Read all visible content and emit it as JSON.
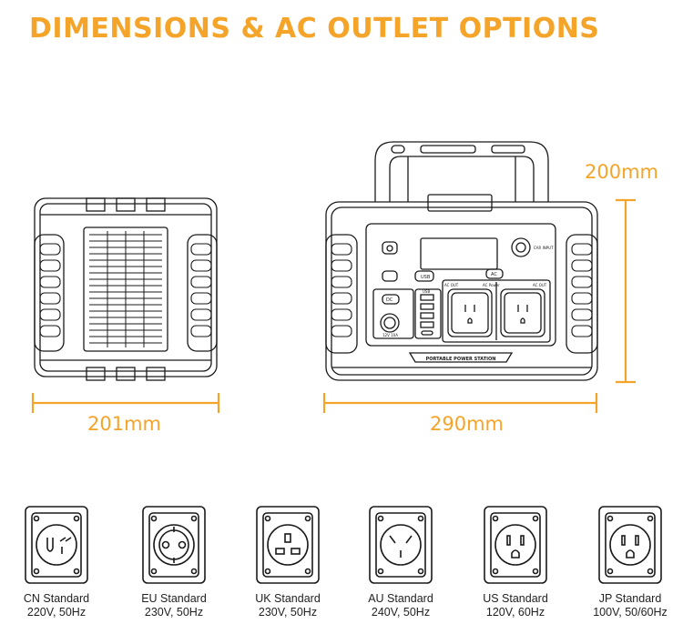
{
  "title": "DIMENSIONS & AC OUTLET OPTIONS",
  "colors": {
    "accent": "#f5a42a",
    "line": "#1a1a1a"
  },
  "dimensions": {
    "depth": "201mm",
    "width": "290mm",
    "height": "200mm"
  },
  "panel_labels": {
    "ac_out_1": "AC OUT",
    "ac_out_2": "AC OUT",
    "ac_power": "AC Power",
    "usb": "USB",
    "dc": "DC",
    "dc_12v": "12V 10A",
    "brand_strip": "PORTABLE POWER STATION",
    "ac_button": "AC",
    "usb_button": "USB",
    "car_input": "CAR INPUT"
  },
  "outlets": [
    {
      "name": "CN Standard",
      "spec": "220V, 50Hz",
      "icon": "cn-socket-icon"
    },
    {
      "name": "EU Standard",
      "spec": "230V, 50Hz",
      "icon": "eu-socket-icon"
    },
    {
      "name": "UK Standard",
      "spec": "230V, 50Hz",
      "icon": "uk-socket-icon"
    },
    {
      "name": "AU Standard",
      "spec": "240V, 50Hz",
      "icon": "au-socket-icon"
    },
    {
      "name": "US Standard",
      "spec": "120V, 60Hz",
      "icon": "us-socket-icon"
    },
    {
      "name": "JP Standard",
      "spec": "100V, 50/60Hz",
      "icon": "jp-socket-icon"
    }
  ]
}
